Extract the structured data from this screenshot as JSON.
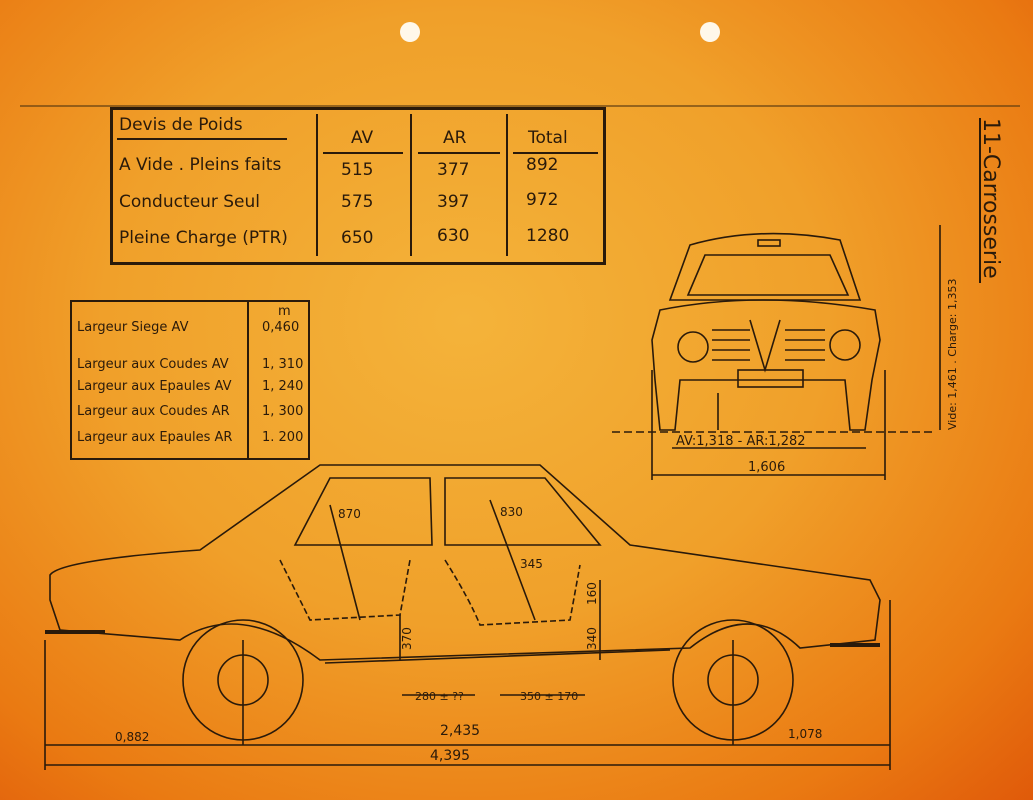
{
  "section_title": "11-Carrosserie",
  "weight_table": {
    "title": "Devis de Poids",
    "columns": [
      "AV",
      "AR",
      "Total"
    ],
    "rows": [
      {
        "label": "A Vide . Pleins faits",
        "values": [
          "515",
          "377",
          "892"
        ]
      },
      {
        "label": "Conducteur Seul",
        "values": [
          "575",
          "397",
          "972"
        ]
      },
      {
        "label": "Pleine Charge (PTR)",
        "values": [
          "650",
          "630",
          "1280"
        ]
      }
    ]
  },
  "width_table": {
    "unit": "m",
    "rows": [
      {
        "label": "Largeur Siege AV",
        "value": "0,460"
      },
      {
        "label": "Largeur aux Coudes AV",
        "value": "1, 310"
      },
      {
        "label": "Largeur aux Epaules AV",
        "value": "1, 240"
      },
      {
        "label": "Largeur aux Coudes AR",
        "value": "1, 300"
      },
      {
        "label": "Largeur aux Epaules AR",
        "value": "1. 200"
      }
    ]
  },
  "front_view": {
    "track": "AV:1,318 - AR:1,282",
    "overall_width": "1,606",
    "height": "Vide: 1,461 . Charge: 1,353"
  },
  "side_view": {
    "front_headroom": "870",
    "rear_headroom": "830",
    "rear_seat_depth": "345",
    "front_seat_height": "370",
    "rear_seat_height": "340",
    "rear_back_height": "160",
    "front_adjust": "280 ± ??",
    "rear_adjust": "350 ± 170",
    "front_overhang": "0,882",
    "wheelbase": "2,435",
    "rear_overhang": "1,078",
    "overall_length": "4,395"
  }
}
